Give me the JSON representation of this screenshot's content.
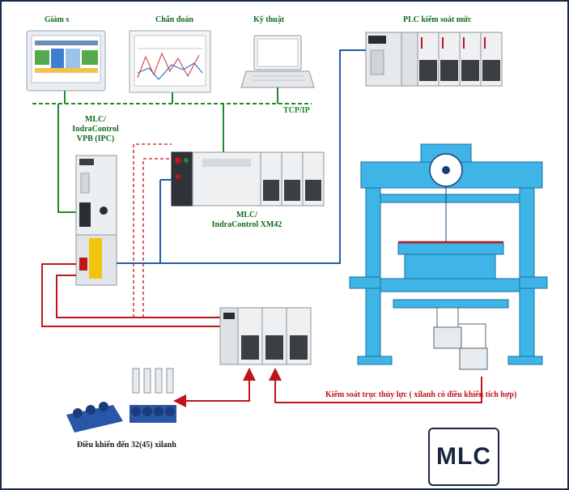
{
  "labels": {
    "monitor": "Giám s",
    "diagnostics": "Chẩn đoán",
    "engineering": "Kỹ thuật",
    "plc": "PLC kiểm soát mức",
    "network": "TCP/IP",
    "vpb_line1": "MLC/",
    "vpb_line2": "IndraControl",
    "vpb_line3": "VPB (IPC)",
    "xm42_line1": "MLC/",
    "xm42_line2": "IndraControl XM42",
    "hydraulic": "Kiểm soát trục thủy lực ( xilanh có điều khiển tích hợp)",
    "cylinders": "Điều khiển đến 32(45) xilanh"
  },
  "badge": {
    "text": "MLC"
  },
  "colors": {
    "network_green": "#1f8a2e",
    "link_red": "#c0141b",
    "link_blue": "#1f5ea8",
    "press_cyan": "#3fb4e6",
    "press_dark": "#1b6fa0"
  }
}
